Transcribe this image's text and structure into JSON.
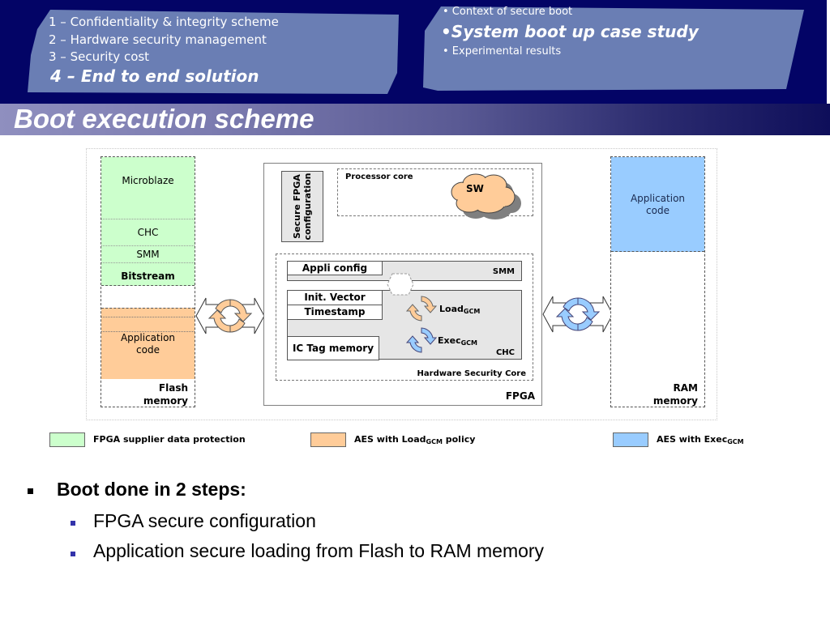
{
  "header": {
    "agenda": [
      {
        "label": "1 – Confidentiality & integrity scheme",
        "active": false
      },
      {
        "label": "2 – Hardware security management",
        "active": false
      },
      {
        "label": "3 – Security cost",
        "active": false
      },
      {
        "label": "4 – End to end solution",
        "active": true
      }
    ],
    "subsections": [
      {
        "label": "• Context of secure boot",
        "active": false
      },
      {
        "label": "•System boot up case study",
        "active": true
      },
      {
        "label": "• Experimental results",
        "active": false
      }
    ]
  },
  "title": "Boot execution scheme",
  "diagram": {
    "flash": {
      "blocks": [
        "Microblaze",
        "CHC",
        "SMM",
        "Bitstream"
      ],
      "app_code": "Application code",
      "label_line1": "Flash",
      "label_line2": "memory"
    },
    "fpga": {
      "label": "FPGA",
      "secure_config_line1": "Secure FPGA",
      "secure_config_line2": "configuration",
      "processor_core": "Processor core",
      "sw_cloud": "SW",
      "hsc_label": "Hardware Security Core",
      "smm_label": "SMM",
      "chc_label": "CHC",
      "appli_config": "Appli config",
      "init_vector": "Init. Vector",
      "timestamp": "Timestamp",
      "ic_tag_memory": "IC Tag memory",
      "load": {
        "main": "Load",
        "sub": "GCM"
      },
      "exec": {
        "main": "Exec",
        "sub": "GCM"
      }
    },
    "ram": {
      "app_code": "Application code",
      "label_line1": "RAM",
      "label_line2": "memory"
    }
  },
  "legend": [
    {
      "label": "FPGA supplier data protection",
      "sub": "",
      "suffix": "",
      "color": "#ccffcc"
    },
    {
      "label": "AES with Load",
      "sub": "GCM",
      "suffix": " policy",
      "color": "#ffcc99"
    },
    {
      "label": "AES with Exec",
      "sub": "GCM",
      "suffix": "",
      "color": "#99ccff"
    }
  ],
  "bullets": {
    "main": "Boot done in 2 steps:",
    "items": [
      "FPGA secure configuration",
      "Application secure loading from Flash to RAM memory"
    ]
  },
  "colors": {
    "header_bg": "#030466",
    "panel": "#6678b0",
    "green": "#ccffcc",
    "orange": "#ffcc99",
    "blue": "#99ccff"
  }
}
